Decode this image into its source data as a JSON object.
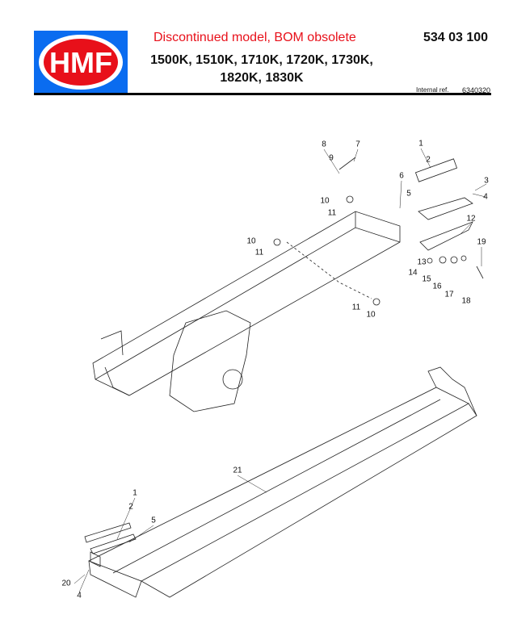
{
  "header": {
    "logo_text": "HMF",
    "status": "Discontinued model, BOM obsolete",
    "part_number": "534 03 100",
    "models_line1": "1500K, 1510K, 1710K, 1720K, 1730K,",
    "models_line2": "1820K, 1830K",
    "internal_ref_label": "Internal ref.",
    "internal_ref_value": "6340320"
  },
  "callouts": [
    "8",
    "7",
    "9",
    "1",
    "2",
    "6",
    "3",
    "5",
    "4",
    "10",
    "11",
    "12",
    "10",
    "19",
    "11",
    "13",
    "14",
    "15",
    "16",
    "17",
    "18",
    "11",
    "10",
    "21",
    "1",
    "2",
    "5",
    "20",
    "4"
  ]
}
